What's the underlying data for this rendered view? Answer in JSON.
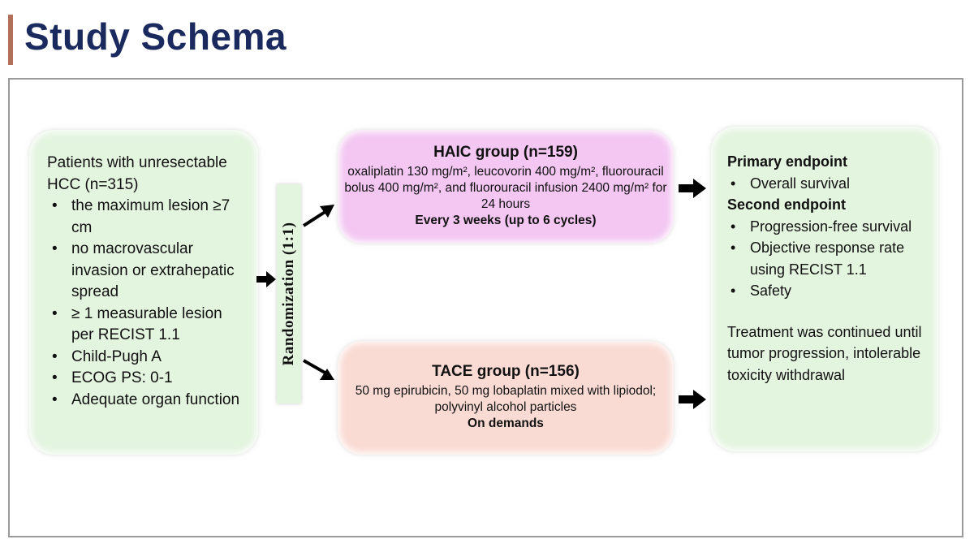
{
  "title": "Study Schema",
  "patients": {
    "header": "Patients with unresectable HCC (n=315)",
    "criteria": [
      "the maximum lesion ≥7 cm",
      "no macrovascular invasion or extrahepatic spread",
      "≥ 1 measurable lesion per RECIST 1.1",
      "Child-Pugh A",
      "ECOG PS: 0-1",
      "Adequate organ function"
    ]
  },
  "randomization": "Randomization (1:1)",
  "haic": {
    "title": "HAIC group (n=159)",
    "regimen": "oxaliplatin 130 mg/m², leucovorin 400 mg/m², fluorouracil bolus 400 mg/m², and fluorouracil infusion 2400 mg/m² for 24 hours",
    "schedule": "Every 3 weeks (up to 6 cycles)"
  },
  "tace": {
    "title": "TACE group (n=156)",
    "regimen": "50 mg epirubicin, 50 mg lobaplatin mixed with lipiodol; polyvinyl alcohol particles",
    "schedule": "On demands"
  },
  "endpoints": {
    "primary_label": "Primary endpoint",
    "primary_items": [
      "Overall survival"
    ],
    "secondary_label": "Second endpoint",
    "secondary_items": [
      "Progression-free survival",
      "Objective response rate using RECIST 1.1",
      "Safety"
    ],
    "note": "Treatment was continued until tumor progression, intolerable toxicity withdrawal"
  },
  "colors": {
    "title": "#1b2a5e",
    "green_box": "#e3f4df",
    "haic_box": "#f3c7f2",
    "tace_box": "#fadbd4",
    "arrow": "#000000"
  }
}
